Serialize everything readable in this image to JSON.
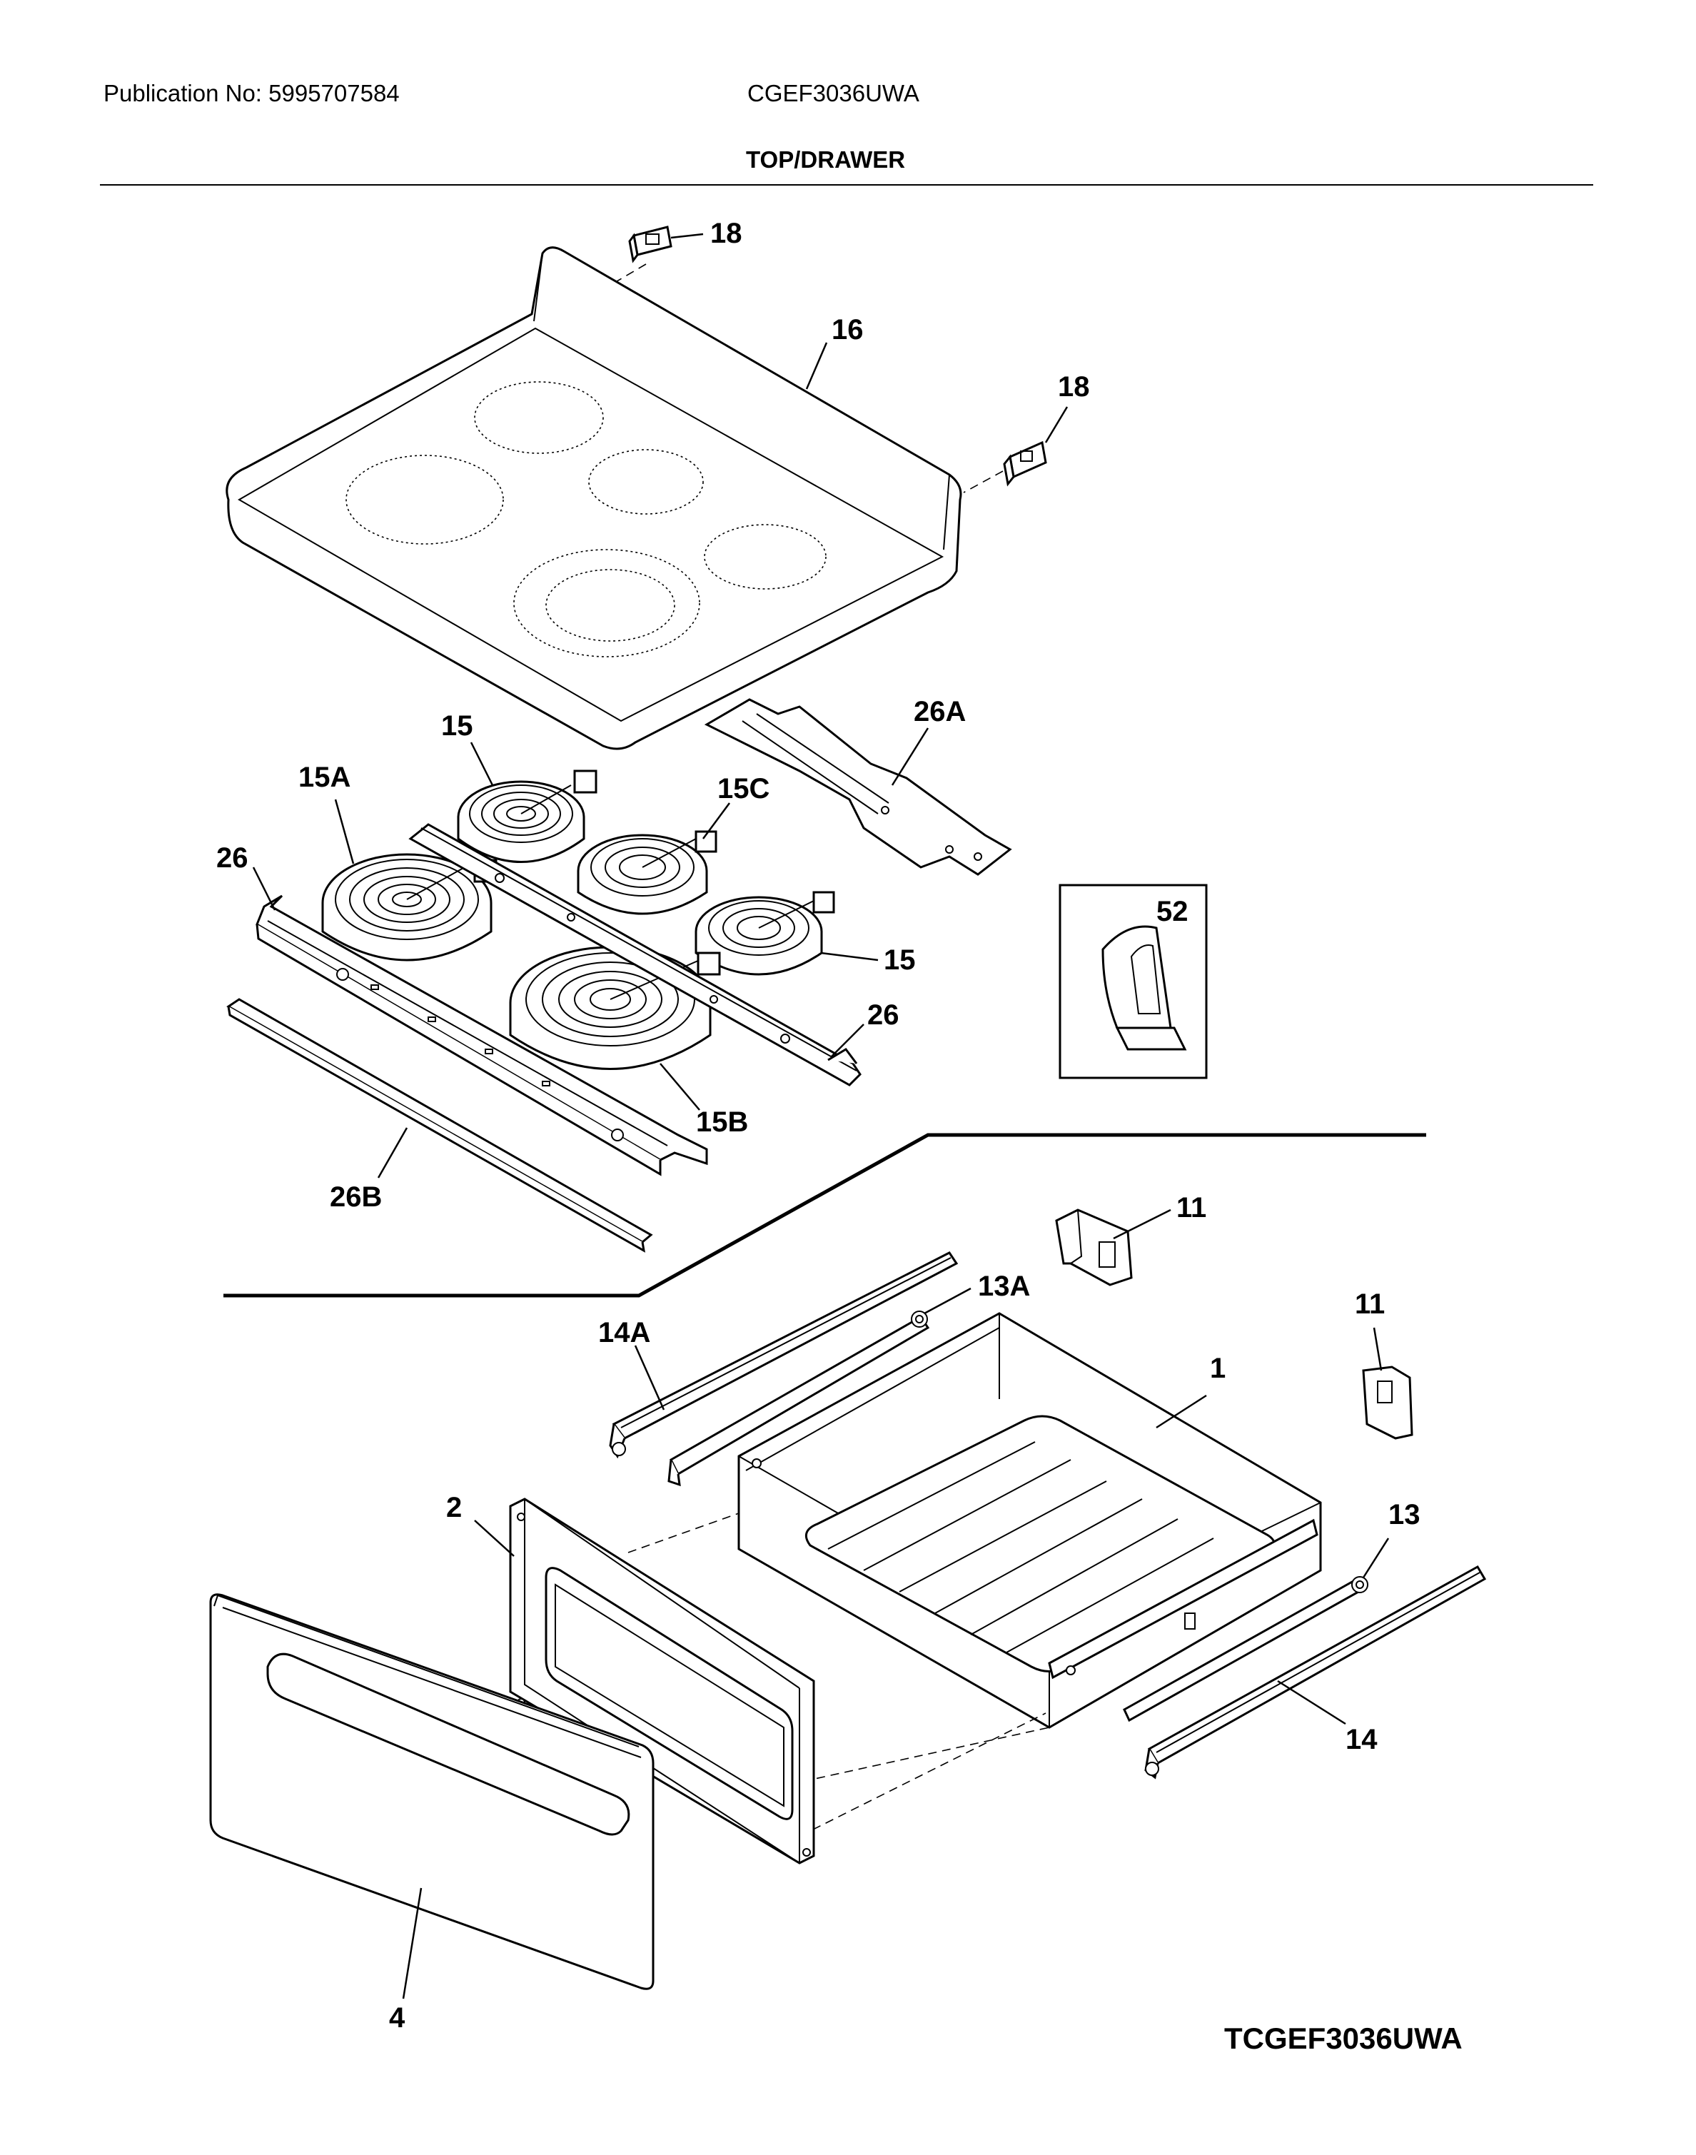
{
  "header": {
    "publication": "Publication No: 5995707584",
    "model": "CGEF3036UWA",
    "section_title": "TOP/DRAWER"
  },
  "footer": {
    "diagram_id": "TCGEF3036UWA"
  },
  "callouts": {
    "p18_upper": "18",
    "p16": "16",
    "p18_right": "18",
    "p15_top": "15",
    "p26A": "26A",
    "p15A": "15A",
    "p15C": "15C",
    "p26_left": "26",
    "p52": "52",
    "p15_right": "15",
    "p26_right": "26",
    "p15B": "15B",
    "p26B": "26B",
    "p11_upper": "11",
    "p13A": "13A",
    "p14A": "14A",
    "p11_right": "11",
    "p1": "1",
    "p2": "2",
    "p13": "13",
    "p14": "14",
    "p4": "4"
  }
}
